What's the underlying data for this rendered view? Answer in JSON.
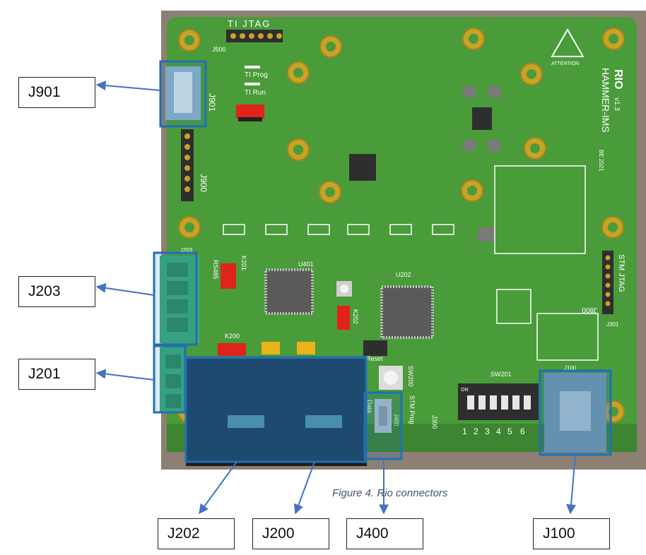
{
  "figure": {
    "caption": "Figure 4. Rio connectors"
  },
  "callouts": {
    "j901": "J901",
    "j203": "J203",
    "j201": "J201",
    "j202": "J202",
    "j200": "J200",
    "j400": "J400",
    "j100": "J100"
  },
  "board": {
    "title": "RIO",
    "version": "v1.3",
    "maker": "HAMMER-IMS",
    "date": "BE 2021",
    "warning": "ATTENTION",
    "ti_jtag": "TI JTAG",
    "j500": "J500",
    "ti_prog": "TI Prog",
    "ti_run": "TI Run",
    "j901": "J901",
    "j900": "J900",
    "j203": "J203",
    "rs485": "RS485",
    "k201": "K201",
    "k200": "K200",
    "u401": "U401",
    "u202": "U202",
    "k202": "K202",
    "reset": "Reset",
    "sw200": "SW200",
    "stm_prog": "STM Prog",
    "data": "Data",
    "j400": "J400",
    "j300": "J300",
    "sw201": "SW201",
    "on": "ON",
    "dip_numbers": [
      "1",
      "2",
      "3",
      "4",
      "5",
      "6"
    ],
    "stm_jtag": "STM JTAG",
    "j301": "J301",
    "j800": "J800",
    "j100": "J100"
  },
  "colors": {
    "pcb": "#4a9b3a",
    "pad": "#c9a227",
    "highlight": "#1f6fb5",
    "arrow": "#4472c4",
    "connector_green": "#3aa87a",
    "jumper_red": "#e0231b"
  }
}
